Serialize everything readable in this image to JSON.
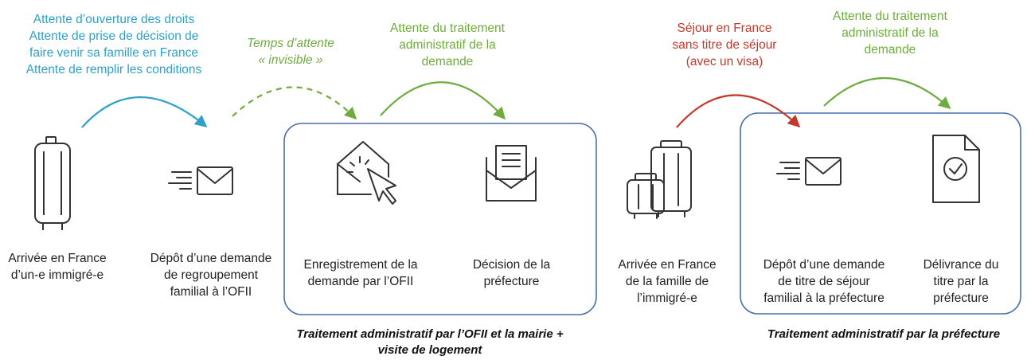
{
  "steps": {
    "arrival_immigrant": [
      "Arrivée en France",
      "d’un-e immigré-e"
    ],
    "depot_ofii": [
      "Dépôt d’une demande",
      "de regroupement",
      "familial à l’OFII"
    ],
    "enregistrement": [
      "Enregistrement de la",
      "demande par l’OFII"
    ],
    "decision": [
      "Décision de la",
      "préfecture"
    ],
    "arrival_family": [
      "Arrivée en France",
      "de la famille de",
      "l’immigré-e"
    ],
    "depot_prefecture": [
      "Dépôt d’une demande",
      "de titre de séjour",
      "familial à la préfecture"
    ],
    "delivrance": [
      "Délivrance du",
      "titre par la",
      "préfecture"
    ]
  },
  "waits": {
    "droits": [
      "Attente d’ouverture des droits",
      "Attente de prise de décision de",
      "faire venir sa famille en France",
      "Attente de remplir les conditions"
    ],
    "invisible": [
      "Temps d’attente",
      "« invisible »"
    ],
    "traitement1": [
      "Attente du traitement",
      "administratif de la",
      "demande"
    ],
    "sejour": [
      "Séjour en France",
      "sans titre de séjour",
      "(avec un visa)"
    ],
    "traitement2": [
      "Attente du traitement",
      "administratif de la",
      "demande"
    ]
  },
  "groups": {
    "ofii_caption": [
      "Traitement administratif par l’OFII et la mairie +",
      "visite de logement"
    ],
    "prefecture_caption": "Traitement administratif par la préfecture"
  },
  "colors": {
    "blue": "#2ea1c7",
    "green": "#6fac3f",
    "red": "#c0392b",
    "box_border": "#4a6fa5",
    "icon": "#333333"
  },
  "icons": [
    "suitcase-icon",
    "sending-mail-icon",
    "open-envelope-cursor-icon",
    "envelope-letter-icon",
    "luggage-set-icon",
    "sending-mail-icon",
    "document-check-icon"
  ]
}
